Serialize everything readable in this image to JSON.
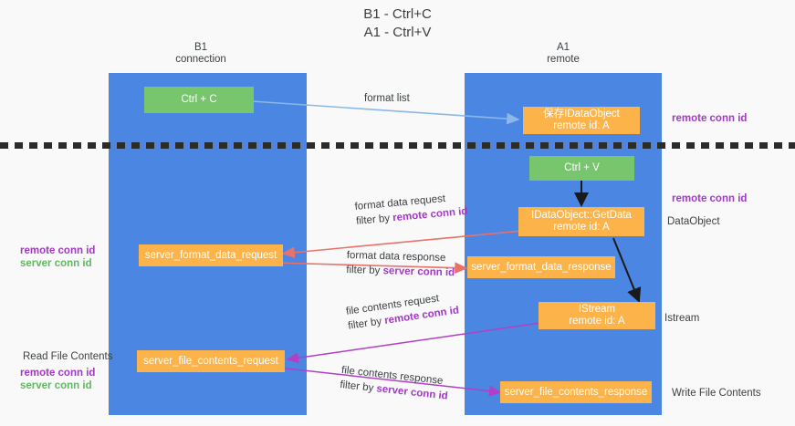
{
  "title": "B1 - Ctrl+C\nA1 - Ctrl+V",
  "columns": [
    {
      "name": "left-lane",
      "header": "B1\nconnection"
    },
    {
      "name": "right-lane",
      "header": "A1\nremote"
    }
  ],
  "nodes": {
    "ctrl_c": "Ctrl + C",
    "save_dataobject": "保存IDataObject\nremote id: A",
    "ctrl_v": "Ctrl + V",
    "getdata": "IDataObject::GetData\nremote id: A",
    "server_format_data_request": "server_format_data_request",
    "server_format_data_response": "server_format_data_response",
    "istream": "IStream\nremote id: A",
    "server_file_contents_request": "server_file_contents_request",
    "server_file_contents_response": "server_file_contents_response"
  },
  "edges": {
    "format_list": "format list",
    "format_data_request": "format data request",
    "format_data_request_filter_prefix": "filter by ",
    "format_data_request_filter_key": "remote conn id",
    "format_data_response": "format data response",
    "format_data_response_filter_prefix": "filter by ",
    "format_data_response_filter_key": "server conn id",
    "file_contents_request": "file contents request",
    "file_contents_request_filter_prefix": "filter by ",
    "file_contents_request_filter_key": "remote conn id",
    "file_contents_response": "file contents response",
    "file_contents_response_filter_prefix": "filter by ",
    "file_contents_response_filter_key": "server conn id"
  },
  "annotations": {
    "right_remote_conn_id_top": "remote conn id",
    "right_remote_conn_id_mid": "remote conn id",
    "right_dataobject": "DataObject",
    "right_istream": "Istream",
    "right_write_file_contents": "Write File Contents",
    "left_remote_conn_id": "remote conn id",
    "left_server_conn_id": "server conn id",
    "left_read_file_contents": "Read File Contents",
    "left_remote_conn_id_2": "remote conn id",
    "left_server_conn_id_2": "server conn id"
  },
  "colors": {
    "lane": "#4a86e2",
    "node_green": "#77c66e",
    "node_orange": "#fbb34a",
    "accent_purple": "#a238c6",
    "accent_green": "#5fb85f",
    "arrow_blue": "#8bb8e8",
    "arrow_red": "#e8726b",
    "arrow_magenta": "#b23fc6",
    "arrow_black": "#1a1a1a",
    "background": "#f9f9f9"
  }
}
